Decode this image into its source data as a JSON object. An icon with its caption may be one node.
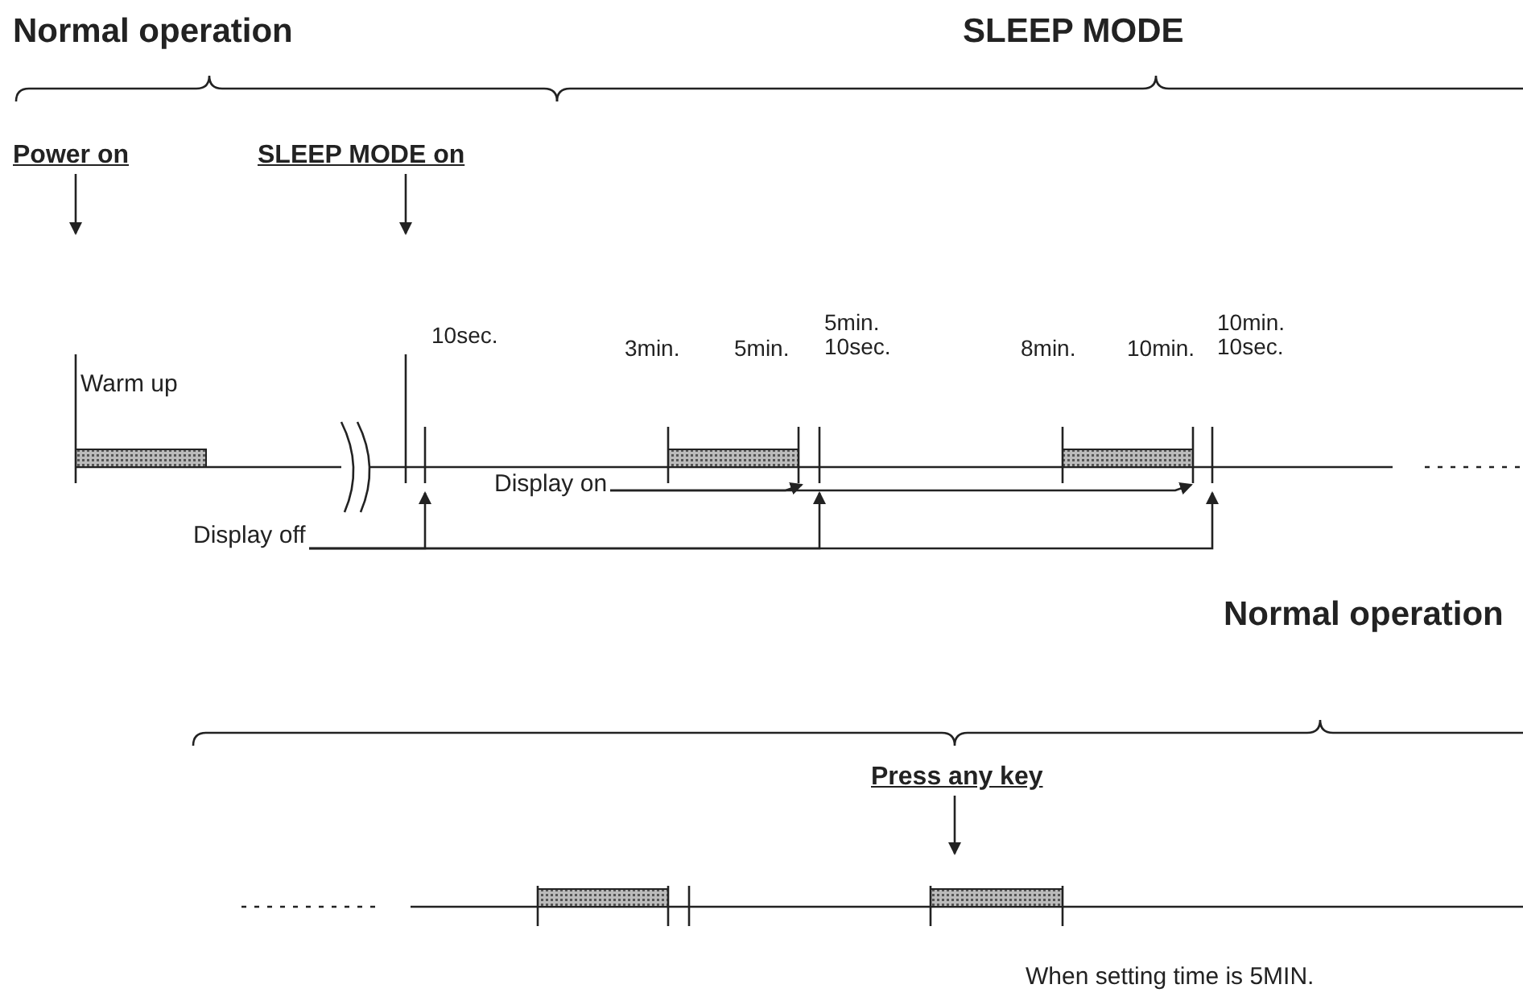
{
  "diagram": {
    "nodes": [
      {
        "text": [
          "Power on"
        ]
      },
      {
        "text": [
          "SLEEP MODE on"
        ]
      },
      {
        "text": [
          "Display on"
        ]
      },
      {
        "text": [
          "Display off"
        ]
      },
      {
        "text": [
          "Press any key"
        ]
      }
    ],
    "edges": [
      {
        "from": 0,
        "to": null,
        "arrow": "to"
      },
      {
        "from": 1,
        "to": null,
        "arrow": "to"
      },
      {
        "from": 2,
        "to": null,
        "arrow": "to"
      },
      {
        "from": 2,
        "to": null,
        "arrow": "to"
      },
      {
        "from": 3,
        "to": null,
        "arrow": "to"
      },
      {
        "from": 3,
        "to": null,
        "arrow": "to"
      },
      {
        "from": 3,
        "to": null,
        "arrow": "to"
      },
      {
        "from": 4,
        "to": null,
        "arrow": "to"
      }
    ],
    "labels": [
      "Normal operation",
      "SLEEP MODE",
      "10sec.",
      "3min.",
      "5min.",
      "5min. 10sec.",
      "8min.",
      "10min.",
      "10min. 10sec.",
      "Warm up",
      "Normal operation",
      "When setting time is 5MIN."
    ]
  }
}
